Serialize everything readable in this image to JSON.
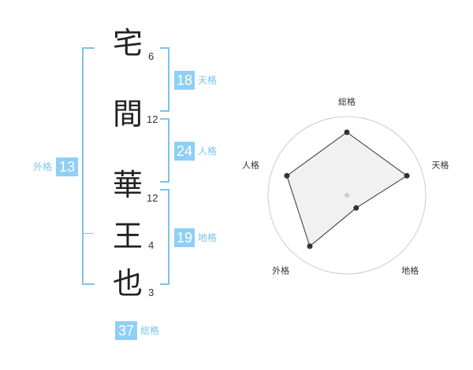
{
  "name": {
    "chars": [
      {
        "char": "宅",
        "strokes": "6"
      },
      {
        "char": "間",
        "strokes": "12"
      },
      {
        "char": "華",
        "strokes": "12"
      },
      {
        "char": "王",
        "strokes": "4"
      },
      {
        "char": "也",
        "strokes": "3"
      }
    ]
  },
  "fortunes": {
    "tenkaku": {
      "value": "18",
      "label": "天格"
    },
    "jinkaku": {
      "value": "24",
      "label": "人格"
    },
    "chikaku": {
      "value": "19",
      "label": "地格"
    },
    "gaikaku": {
      "value": "13",
      "label": "外格"
    },
    "soukaku": {
      "value": "37",
      "label": "総格"
    }
  },
  "chart_data": {
    "type": "radar",
    "axes": [
      "総格",
      "天格",
      "地格",
      "外格",
      "人格"
    ],
    "values": [
      4,
      4,
      1,
      4,
      4
    ],
    "max": 5,
    "rings": 5,
    "fill": "#eeeeee",
    "line": "#333333"
  },
  "colors": {
    "accent": "#8fcff5",
    "label": "#7cc3ec",
    "ring": "#cccccc"
  }
}
